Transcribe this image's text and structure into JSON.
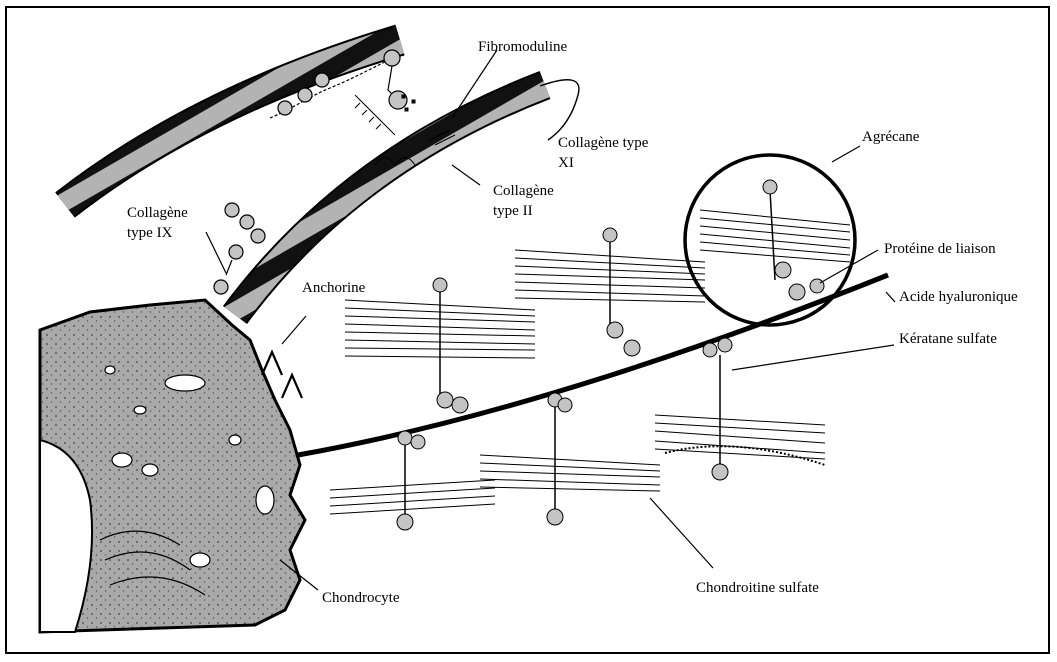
{
  "labels": {
    "fibromoduline": "Fibromoduline",
    "collagene_xi_line1": "Collagène type",
    "collagene_xi_line2": "XI",
    "collagene_ii_line1": "Collagène",
    "collagene_ii_line2": "type II",
    "collagene_ix_line1": "Collagène",
    "collagene_ix_line2": "type IX",
    "agrecane": "Agrécane",
    "proteine_liaison": "Protéine de liaison",
    "acide_hyaluronique": "Acide hyaluronique",
    "anchorine": "Anchorine",
    "keratane_sulfate": "Kératane sulfate",
    "chondrocyte": "Chondrocyte",
    "chondroitine_sulfate": "Chondroitine sulfate"
  },
  "colors": {
    "ink": "#000000",
    "stripe_gray": "#b3b3b3",
    "cell_gray": "#a8a8a8",
    "bead_gray": "#c4c4c4",
    "nucleus": "#ffffff"
  }
}
